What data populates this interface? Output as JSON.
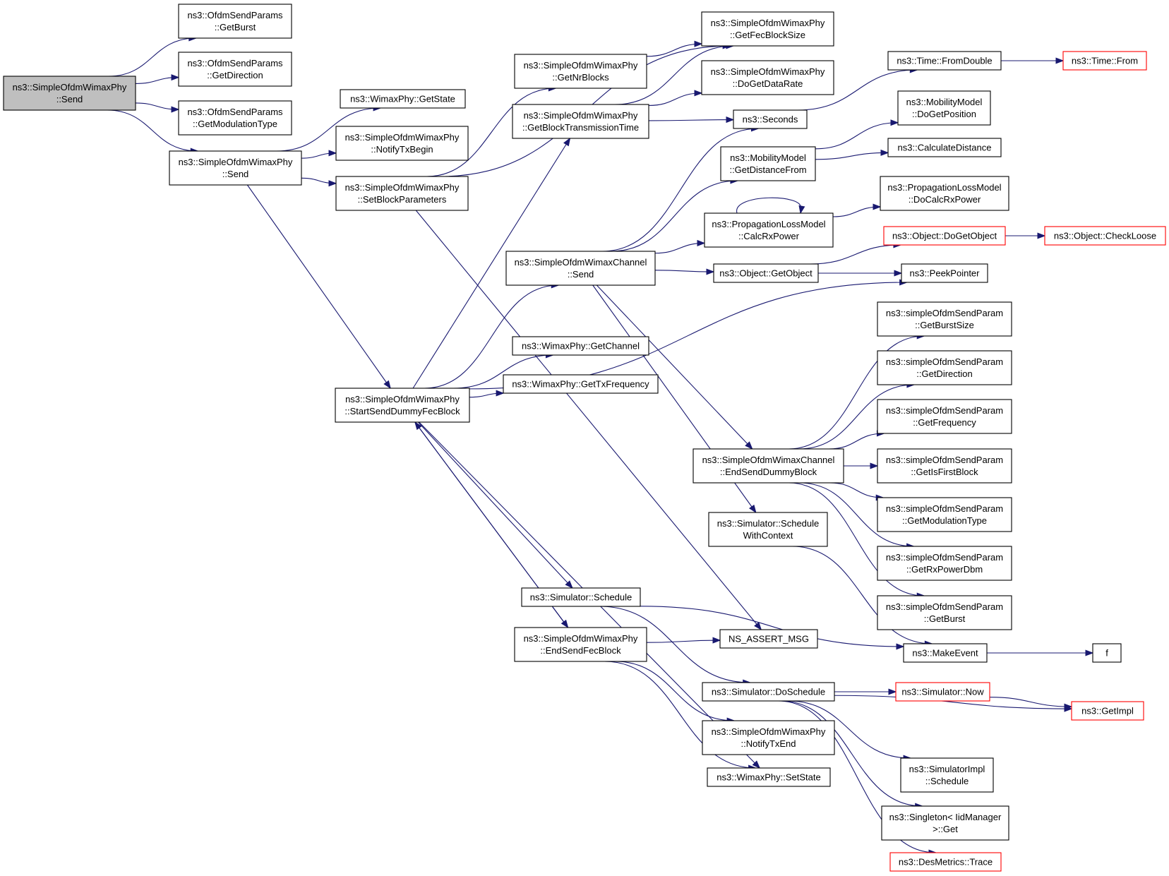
{
  "diagram": {
    "nodes": [
      {
        "id": "root",
        "lines": [
          "ns3::SimpleOfdmWimaxPhy",
          "::Send"
        ],
        "style": "root"
      },
      {
        "id": "getBurstO",
        "lines": [
          "ns3::OfdmSendParams",
          "::GetBurst"
        ]
      },
      {
        "id": "getDirO",
        "lines": [
          "ns3::OfdmSendParams",
          "::GetDirection"
        ]
      },
      {
        "id": "getModO",
        "lines": [
          "ns3::OfdmSendParams",
          "::GetModulationType"
        ]
      },
      {
        "id": "send2",
        "lines": [
          "ns3::SimpleOfdmWimaxPhy",
          "::Send"
        ]
      },
      {
        "id": "getState",
        "lines": [
          "ns3::WimaxPhy::GetState"
        ]
      },
      {
        "id": "notifyTxBegin",
        "lines": [
          "ns3::SimpleOfdmWimaxPhy",
          "::NotifyTxBegin"
        ]
      },
      {
        "id": "setBlockParams",
        "lines": [
          "ns3::SimpleOfdmWimaxPhy",
          "::SetBlockParameters"
        ]
      },
      {
        "id": "getNrBlocks",
        "lines": [
          "ns3::SimpleOfdmWimaxPhy",
          "::GetNrBlocks"
        ]
      },
      {
        "id": "getBlockTx",
        "lines": [
          "ns3::SimpleOfdmWimaxPhy",
          "::GetBlockTransmissionTime"
        ]
      },
      {
        "id": "getFecBlockSize",
        "lines": [
          "ns3::SimpleOfdmWimaxPhy",
          "::GetFecBlockSize"
        ]
      },
      {
        "id": "doGetDataRate",
        "lines": [
          "ns3::SimpleOfdmWimaxPhy",
          "::DoGetDataRate"
        ]
      },
      {
        "id": "seconds",
        "lines": [
          "ns3::Seconds"
        ]
      },
      {
        "id": "fromDouble",
        "lines": [
          "ns3::Time::FromDouble"
        ]
      },
      {
        "id": "timeFrom",
        "lines": [
          "ns3::Time::From"
        ],
        "style": "red"
      },
      {
        "id": "doGetPosition",
        "lines": [
          "ns3::MobilityModel",
          "::DoGetPosition"
        ]
      },
      {
        "id": "getDistanceFrom",
        "lines": [
          "ns3::MobilityModel",
          "::GetDistanceFrom"
        ]
      },
      {
        "id": "calcDistance",
        "lines": [
          "ns3::CalculateDistance"
        ]
      },
      {
        "id": "doCalcRxPower",
        "lines": [
          "ns3::PropagationLossModel",
          "::DoCalcRxPower"
        ]
      },
      {
        "id": "calcRxPower",
        "lines": [
          "ns3::PropagationLossModel",
          "::CalcRxPower"
        ]
      },
      {
        "id": "doGetObject",
        "lines": [
          "ns3::Object::DoGetObject"
        ],
        "style": "red"
      },
      {
        "id": "checkLoose",
        "lines": [
          "ns3::Object::CheckLoose"
        ],
        "style": "red"
      },
      {
        "id": "chanSend",
        "lines": [
          "ns3::SimpleOfdmWimaxChannel",
          "::Send"
        ]
      },
      {
        "id": "getObject",
        "lines": [
          "ns3::Object::GetObject"
        ]
      },
      {
        "id": "peekPointer",
        "lines": [
          "ns3::PeekPointer"
        ]
      },
      {
        "id": "sGetBurstSize",
        "lines": [
          "ns3::simpleOfdmSendParam",
          "::GetBurstSize"
        ]
      },
      {
        "id": "sGetDirection",
        "lines": [
          "ns3::simpleOfdmSendParam",
          "::GetDirection"
        ]
      },
      {
        "id": "sGetFrequency",
        "lines": [
          "ns3::simpleOfdmSendParam",
          "::GetFrequency"
        ]
      },
      {
        "id": "sGetIsFirstBlock",
        "lines": [
          "ns3::simpleOfdmSendParam",
          "::GetIsFirstBlock"
        ]
      },
      {
        "id": "sGetModType",
        "lines": [
          "ns3::simpleOfdmSendParam",
          "::GetModulationType"
        ]
      },
      {
        "id": "sGetRxPowerDbm",
        "lines": [
          "ns3::simpleOfdmSendParam",
          "::GetRxPowerDbm"
        ]
      },
      {
        "id": "sGetBurst",
        "lines": [
          "ns3::simpleOfdmSendParam",
          "::GetBurst"
        ]
      },
      {
        "id": "getChannel",
        "lines": [
          "ns3::WimaxPhy::GetChannel"
        ]
      },
      {
        "id": "getTxFreq",
        "lines": [
          "ns3::WimaxPhy::GetTxFrequency"
        ]
      },
      {
        "id": "startSendDummy",
        "lines": [
          "ns3::SimpleOfdmWimaxPhy",
          "::StartSendDummyFecBlock"
        ]
      },
      {
        "id": "endSendDummyBlock",
        "lines": [
          "ns3::SimpleOfdmWimaxChannel",
          "::EndSendDummyBlock"
        ]
      },
      {
        "id": "schedWithCtx",
        "lines": [
          "ns3::Simulator::Schedule",
          "WithContext"
        ]
      },
      {
        "id": "simSchedule",
        "lines": [
          "ns3::Simulator::Schedule"
        ]
      },
      {
        "id": "endSendFec",
        "lines": [
          "ns3::SimpleOfdmWimaxPhy",
          "::EndSendFecBlock"
        ]
      },
      {
        "id": "nsAssert",
        "lines": [
          "NS_ASSERT_MSG"
        ]
      },
      {
        "id": "makeEvent",
        "lines": [
          "ns3::MakeEvent"
        ]
      },
      {
        "id": "f",
        "lines": [
          "f"
        ]
      },
      {
        "id": "doSchedule",
        "lines": [
          "ns3::Simulator::DoSchedule"
        ]
      },
      {
        "id": "simNow",
        "lines": [
          "ns3::Simulator::Now"
        ],
        "style": "red"
      },
      {
        "id": "getImpl",
        "lines": [
          "ns3::GetImpl"
        ],
        "style": "red"
      },
      {
        "id": "notifyTxEnd",
        "lines": [
          "ns3::SimpleOfdmWimaxPhy",
          "::NotifyTxEnd"
        ]
      },
      {
        "id": "simImplSchedule",
        "lines": [
          "ns3::SimulatorImpl",
          "::Schedule"
        ]
      },
      {
        "id": "setState",
        "lines": [
          "ns3::WimaxPhy::SetState"
        ]
      },
      {
        "id": "singletonGet",
        "lines": [
          "ns3::Singleton< IidManager",
          ">::Get"
        ]
      },
      {
        "id": "desTrace",
        "lines": [
          "ns3::DesMetrics::Trace"
        ],
        "style": "red"
      }
    ],
    "edges": [
      [
        "root",
        "getBurstO"
      ],
      [
        "root",
        "getDirO"
      ],
      [
        "root",
        "getModO"
      ],
      [
        "root",
        "send2"
      ],
      [
        "send2",
        "getState"
      ],
      [
        "send2",
        "notifyTxBegin"
      ],
      [
        "send2",
        "setBlockParams"
      ],
      [
        "send2",
        "startSendDummy"
      ],
      [
        "setBlockParams",
        "getNrBlocks"
      ],
      [
        "setBlockParams",
        "getFecBlockSize"
      ],
      [
        "setBlockParams",
        "nsAssert"
      ],
      [
        "getNrBlocks",
        "getFecBlockSize"
      ],
      [
        "getBlockTx",
        "getFecBlockSize"
      ],
      [
        "getBlockTx",
        "doGetDataRate"
      ],
      [
        "getBlockTx",
        "seconds"
      ],
      [
        "seconds",
        "fromDouble"
      ],
      [
        "fromDouble",
        "timeFrom"
      ],
      [
        "getDistanceFrom",
        "doGetPosition"
      ],
      [
        "getDistanceFrom",
        "calcDistance"
      ],
      [
        "calcRxPower",
        "doCalcRxPower"
      ],
      [
        "calcRxPower",
        "calcRxPower"
      ],
      [
        "chanSend",
        "seconds"
      ],
      [
        "chanSend",
        "getDistanceFrom"
      ],
      [
        "chanSend",
        "calcRxPower"
      ],
      [
        "chanSend",
        "getObject"
      ],
      [
        "chanSend",
        "endSendDummyBlock"
      ],
      [
        "chanSend",
        "schedWithCtx"
      ],
      [
        "getObject",
        "doGetObject"
      ],
      [
        "getObject",
        "peekPointer"
      ],
      [
        "doGetObject",
        "checkLoose"
      ],
      [
        "startSendDummy",
        "getBlockTx"
      ],
      [
        "startSendDummy",
        "chanSend"
      ],
      [
        "startSendDummy",
        "getChannel"
      ],
      [
        "startSendDummy",
        "getTxFreq"
      ],
      [
        "startSendDummy",
        "peekPointer"
      ],
      [
        "startSendDummy",
        "simSchedule"
      ],
      [
        "startSendDummy",
        "endSendFec"
      ],
      [
        "startSendDummy",
        "setState"
      ],
      [
        "endSendDummyBlock",
        "sGetBurstSize"
      ],
      [
        "endSendDummyBlock",
        "sGetDirection"
      ],
      [
        "endSendDummyBlock",
        "sGetFrequency"
      ],
      [
        "endSendDummyBlock",
        "sGetIsFirstBlock"
      ],
      [
        "endSendDummyBlock",
        "sGetModType"
      ],
      [
        "endSendDummyBlock",
        "sGetRxPowerDbm"
      ],
      [
        "endSendDummyBlock",
        "sGetBurst"
      ],
      [
        "schedWithCtx",
        "makeEvent"
      ],
      [
        "simSchedule",
        "makeEvent"
      ],
      [
        "simSchedule",
        "doSchedule"
      ],
      [
        "endSendFec",
        "nsAssert"
      ],
      [
        "endSendFec",
        "notifyTxEnd"
      ],
      [
        "endSendFec",
        "setState"
      ],
      [
        "endSendFec",
        "startSendDummy"
      ],
      [
        "makeEvent",
        "f"
      ],
      [
        "doSchedule",
        "simNow"
      ],
      [
        "doSchedule",
        "getImpl"
      ],
      [
        "doSchedule",
        "simImplSchedule"
      ],
      [
        "doSchedule",
        "singletonGet"
      ],
      [
        "doSchedule",
        "desTrace"
      ],
      [
        "simNow",
        "getImpl"
      ]
    ]
  },
  "colors": {
    "edge": "#191970",
    "box_border": "#000000",
    "root_fill": "#bfbfbf",
    "highlight_border": "#ff0000"
  }
}
